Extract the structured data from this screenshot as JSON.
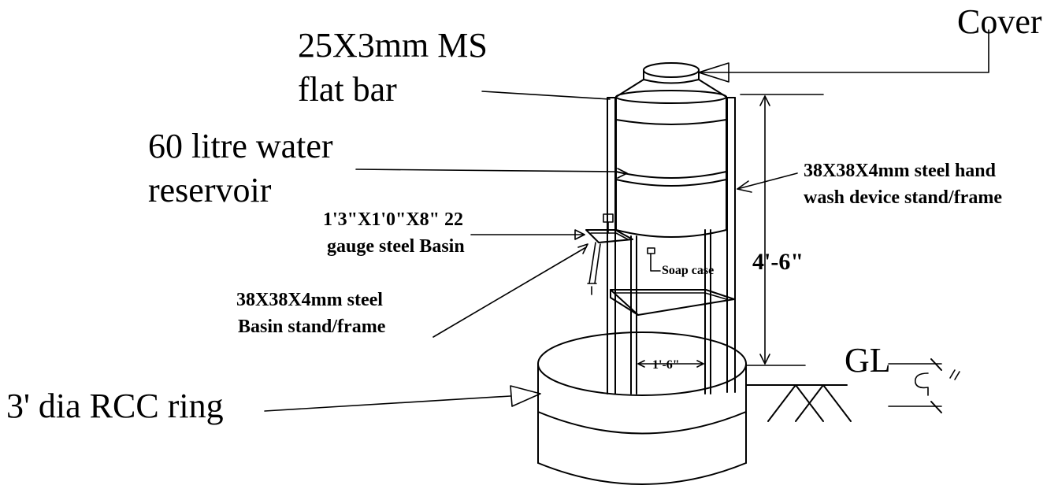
{
  "labels": {
    "cover": "Cover",
    "flat_bar_line1": "25X3mm  MS",
    "flat_bar_line2": "flat bar",
    "reservoir_line1": "60 litre water",
    "reservoir_line2": "reservoir",
    "stand_line1": "38X38X4mm steel hand",
    "stand_line2": "wash device stand/frame",
    "basin_line1": "1'3\"X1'0\"X8\" 22",
    "basin_line2": "gauge steel Basin",
    "soap_case": "Soap case",
    "height_dim": "4'-6\"",
    "basin_stand_line1": "38X38X4mm steel",
    "basin_stand_line2": "Basin stand/frame",
    "width_dim": "1'-6\"",
    "ground_level": "GL",
    "ring": "3' dia RCC ring"
  }
}
